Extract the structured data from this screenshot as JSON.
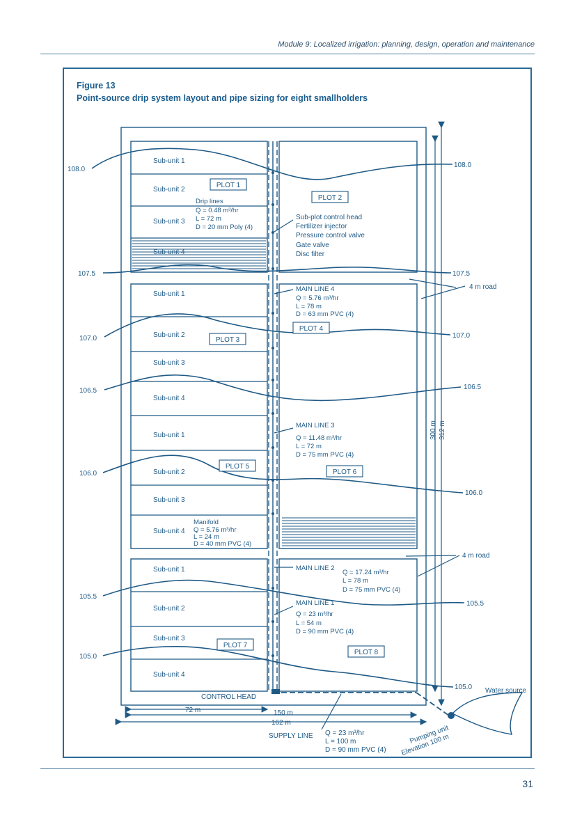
{
  "page": {
    "header": "Module 9: Localized irrigation: planning, design, operation and maintenance",
    "page_number": "31"
  },
  "figure": {
    "label": "Figure 13",
    "title": "Point-source drip system layout and pipe sizing for eight smallholders"
  },
  "diagram": {
    "plots": [
      "PLOT 1",
      "PLOT 2",
      "PLOT 3",
      "PLOT 4",
      "PLOT 5",
      "PLOT 6",
      "PLOT 7",
      "PLOT 8"
    ],
    "subunits": {
      "su1": "Sub-unit 1",
      "su2": "Sub-unit 2",
      "su3": "Sub-unit 3",
      "su4": "Sub-unit 4"
    },
    "contours_left": [
      "108.0",
      "107.5",
      "107.0",
      "106.5",
      "106.0",
      "105.5",
      "105.0"
    ],
    "contours_right": [
      "108.0",
      "107.5",
      "107.0",
      "106.5",
      "106.0",
      "105.5",
      "105.0"
    ],
    "drip_lines": {
      "label": "Drip lines",
      "q": "Q = 0.48 m³/hr",
      "l": "L = 72 m",
      "d": "D = 20 mm Poly (4)"
    },
    "control_head_items": [
      "Sub-plot control head",
      "Fertilizer injector",
      "Pressure control valve",
      "Gate valve",
      "Disc filter"
    ],
    "road": "4 m road",
    "main_line_4": {
      "name": "MAIN LINE 4",
      "q": "Q = 5.76 m³/hr",
      "l": "L = 78 m",
      "d": "D = 63 mm PVC (4)"
    },
    "main_line_3": {
      "name": "MAIN LINE 3",
      "q": "Q = 11.48 m³/hr",
      "l": "L = 72 m",
      "d": "D = 75 mm PVC (4)"
    },
    "main_line_2": {
      "name": "MAIN LINE 2",
      "q": "Q = 17.24 m³/hr",
      "l": "L = 78 m",
      "d": "D = 75 mm PVC (4)"
    },
    "main_line_1": {
      "name": "MAIN LINE 1",
      "q": "Q = 23 m³/hr",
      "l": "L = 54 m",
      "d": "D = 90 mm PVC (4)"
    },
    "manifold": {
      "name": "Manifold",
      "q": "Q = 5.76 m³/hr",
      "l": "L = 24 m",
      "d": "D = 40 mm PVC (4)"
    },
    "control_head": "CONTROL HEAD",
    "supply_line": {
      "name": "SUPPLY LINE",
      "q": "Q = 23 m³/hr",
      "l": "L = 100 m",
      "d": "D = 90 mm PVC (4)"
    },
    "dimensions": {
      "d72": "72 m",
      "d150": "150 m",
      "d162": "162 m",
      "d300": "300 m",
      "d312": "312 m"
    },
    "water_source": "Water source",
    "pumping_unit": "Pumping unit",
    "elevation": "Elevation 100 m"
  }
}
